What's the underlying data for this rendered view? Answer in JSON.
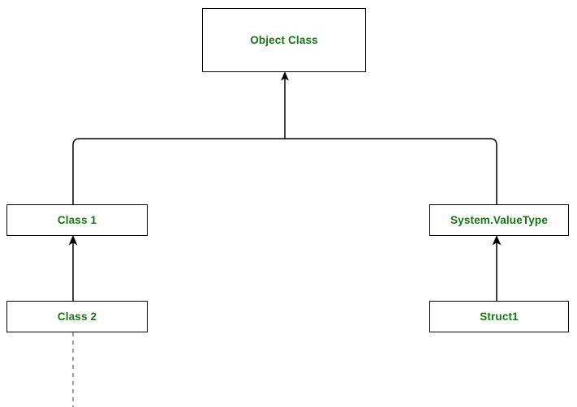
{
  "diagram": {
    "title": "Object Class inheritance hierarchy",
    "type": "class-hierarchy",
    "background_color": "#ffffff",
    "label_color": "#177317",
    "edge_color": "#000000",
    "dashed_edge_color": "#808080",
    "nodes": [
      {
        "id": "object-class",
        "label": "Object Class"
      },
      {
        "id": "class-1",
        "label": "Class 1"
      },
      {
        "id": "system-valuetype",
        "label": "System.ValueType"
      },
      {
        "id": "class-2",
        "label": "Class 2"
      },
      {
        "id": "struct1",
        "label": "Struct1"
      }
    ],
    "edges": [
      {
        "id": "class1-to-object",
        "from": "class-1",
        "to": "object-class",
        "style": "solid",
        "arrow": "open-up"
      },
      {
        "id": "valuetype-to-object",
        "from": "system-valuetype",
        "to": "object-class",
        "style": "solid",
        "arrow": "open-up"
      },
      {
        "id": "class2-to-class1",
        "from": "class-2",
        "to": "class-1",
        "style": "solid",
        "arrow": "open-up"
      },
      {
        "id": "struct1-to-valuetype",
        "from": "struct1",
        "to": "system-valuetype",
        "style": "solid",
        "arrow": "open-up"
      },
      {
        "id": "class2-continues",
        "from": "class-2",
        "to": "",
        "style": "dashed",
        "arrow": "none"
      }
    ]
  }
}
